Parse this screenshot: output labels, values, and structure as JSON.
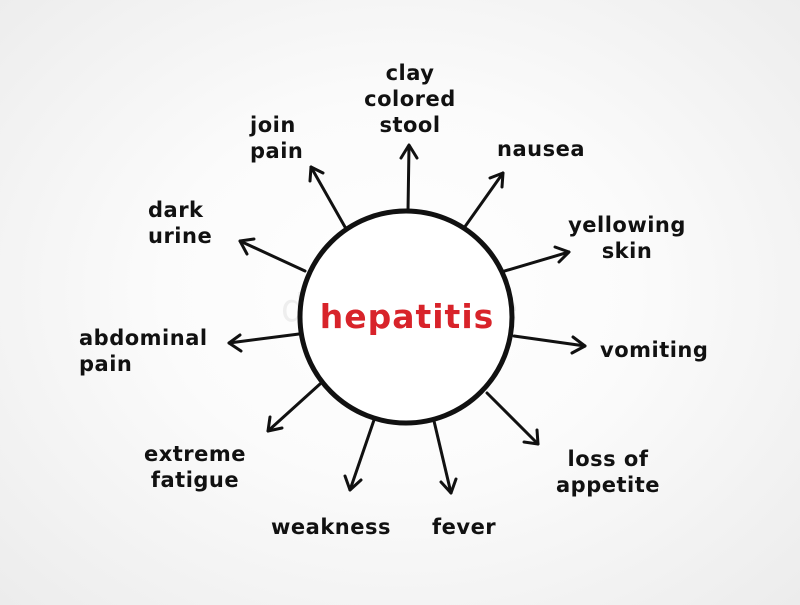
{
  "colors": {
    "title": "#d8232a",
    "ink": "#111111"
  },
  "watermark": "dreamstime",
  "center": {
    "title": "hepatitis"
  },
  "symptoms": [
    {
      "id": "clay-colored-stool",
      "lines": [
        "clay",
        "colored",
        "stool"
      ]
    },
    {
      "id": "nausea",
      "lines": [
        "nausea"
      ]
    },
    {
      "id": "yellowing-skin",
      "lines": [
        "yellowing",
        "skin"
      ]
    },
    {
      "id": "vomiting",
      "lines": [
        "vomiting"
      ]
    },
    {
      "id": "loss-of-appetite",
      "lines": [
        "loss of",
        "appetite"
      ]
    },
    {
      "id": "fever",
      "lines": [
        "fever"
      ]
    },
    {
      "id": "weakness",
      "lines": [
        "weakness"
      ]
    },
    {
      "id": "extreme-fatigue",
      "lines": [
        "extreme",
        "fatigue"
      ]
    },
    {
      "id": "abdominal-pain",
      "lines": [
        "abdominal",
        "pain"
      ]
    },
    {
      "id": "dark-urine",
      "lines": [
        "dark",
        "urine"
      ]
    },
    {
      "id": "join-pain",
      "lines": [
        "join",
        "pain"
      ]
    }
  ]
}
